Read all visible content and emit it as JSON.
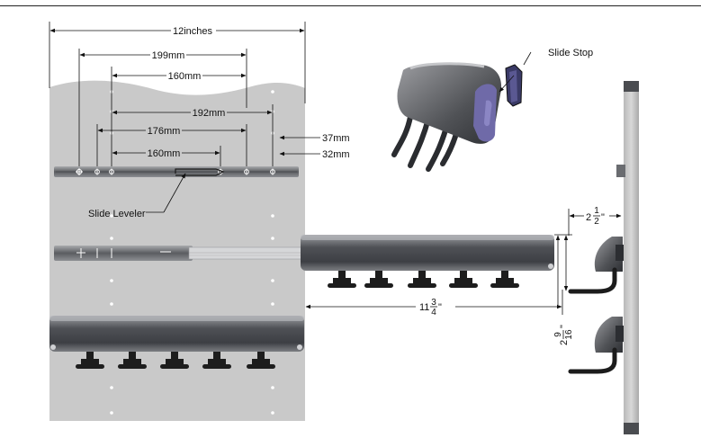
{
  "dimensions": {
    "overall_width": "12inches",
    "d199": "199mm",
    "d160_top": "160mm",
    "d192": "192mm",
    "d176": "176mm",
    "d160_bottom": "160mm",
    "d37": "37mm",
    "d32": "32mm"
  },
  "callouts": {
    "slide_leveler": "Slide Leveler",
    "slide_stop": "Slide Stop"
  },
  "side_dims": {
    "width": {
      "whole": "2",
      "num": "1",
      "den": "2",
      "unit": "\""
    },
    "extension": {
      "whole": "11",
      "num": "3",
      "den": "4",
      "unit": "\""
    },
    "height": {
      "whole": "2",
      "num": "9",
      "den": "16",
      "unit": "\""
    }
  },
  "colors": {
    "panel": "#c9c9c9",
    "rail": "#595b60",
    "rail_light": "#8a8c90",
    "hook": "#1c1c1c",
    "stop": "#6f6aa8"
  }
}
